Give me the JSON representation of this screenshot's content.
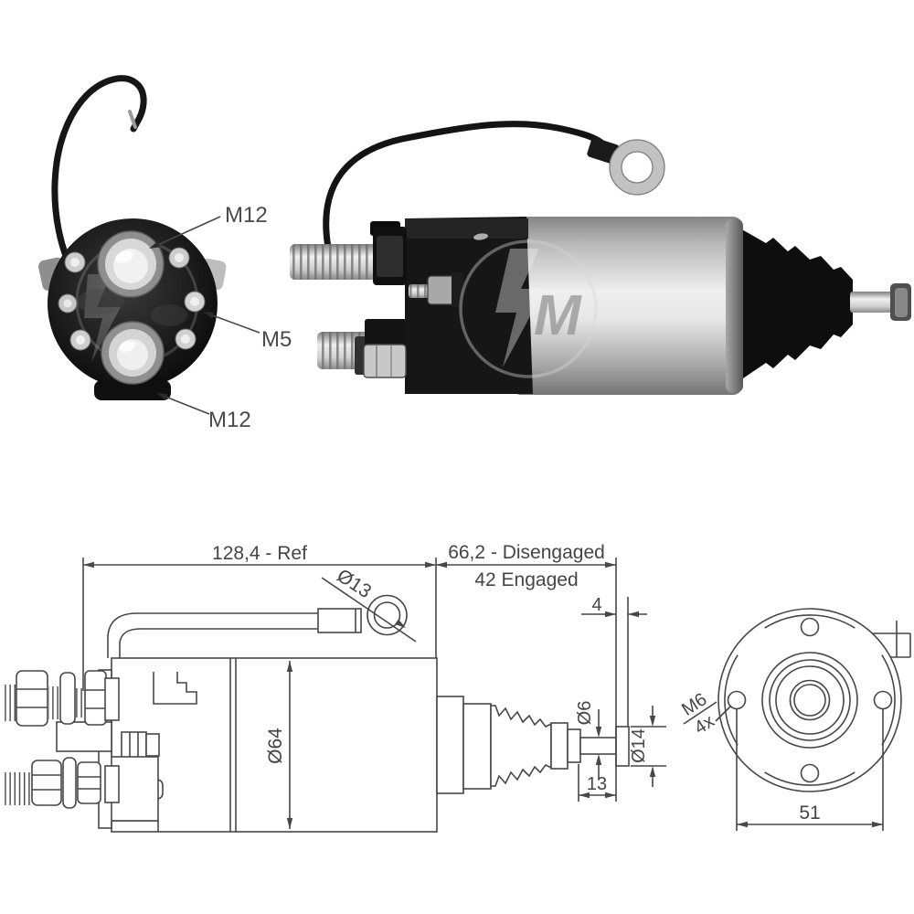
{
  "page": {
    "background": "#ffffff"
  },
  "photos": {
    "rear_view": {
      "labels": {
        "top_terminal": "M12",
        "aux_terminal": "M5",
        "bottom_terminal": "M12"
      }
    },
    "side_view": {
      "watermark_letter": "M"
    }
  },
  "drawing": {
    "side_view": {
      "overall_length": "128,4 - Ref",
      "disengaged": "66,2 - Disengaged",
      "engaged": "42 Engaged",
      "eyelet_diameter": "Ø13",
      "body_diameter": "Ø64",
      "rod_diameter": "Ø6",
      "tip_diameter": "Ø14",
      "tip_length": "13",
      "tip_thickness": "4"
    },
    "end_view": {
      "mount_thread": "M6",
      "mount_count": "4x",
      "hole_spacing": "51"
    }
  },
  "colors": {
    "drawing_line": "#474747",
    "dimension_text": "#454545",
    "callout_text": "#4a4a4a",
    "photo_black": "#161616",
    "photo_silver": "#e9e9e9"
  }
}
